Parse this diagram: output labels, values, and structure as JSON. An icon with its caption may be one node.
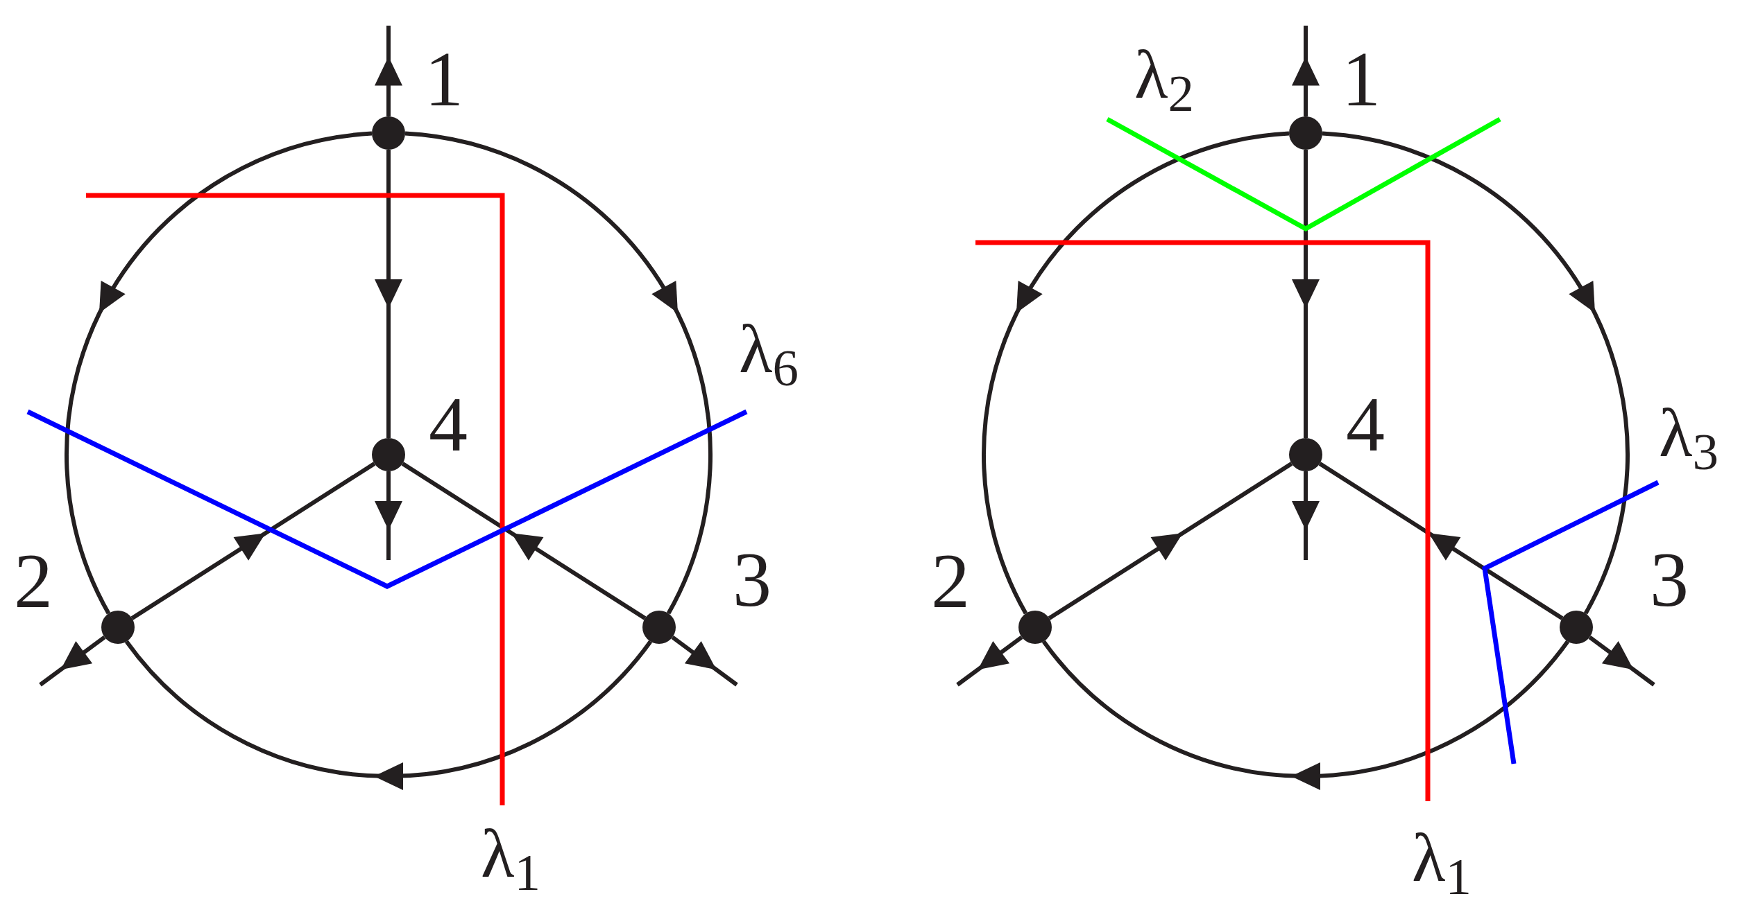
{
  "diagram": {
    "nodes": [
      {
        "text": [],
        "shape": "circle",
        "beside": [
          "1"
        ]
      },
      {
        "text": [],
        "shape": "circle",
        "beside": [
          "4"
        ]
      },
      {
        "text": [],
        "shape": "circle",
        "beside": [
          "2"
        ]
      },
      {
        "text": [],
        "shape": "circle",
        "beside": [
          "3"
        ]
      },
      {
        "text": [],
        "shape": "circle",
        "beside": [
          "1"
        ]
      },
      {
        "text": [],
        "shape": "circle",
        "beside": [
          "4"
        ]
      },
      {
        "text": [],
        "shape": "circle",
        "beside": [
          "2"
        ]
      },
      {
        "text": [],
        "shape": "circle",
        "beside": [
          "3"
        ]
      }
    ],
    "edges": [
      {
        "from": 0,
        "to": null,
        "arrow": "to"
      },
      {
        "from": 0,
        "to": 1,
        "arrow": "to"
      },
      {
        "from": 0,
        "to": 2,
        "arrow": "to"
      },
      {
        "from": 0,
        "to": 3,
        "arrow": "to"
      },
      {
        "from": 2,
        "to": 1,
        "arrow": "to"
      },
      {
        "from": 3,
        "to": 1,
        "arrow": "to"
      },
      {
        "from": 3,
        "to": 2,
        "arrow": "to"
      },
      {
        "from": 2,
        "to": null,
        "arrow": "to"
      },
      {
        "from": 3,
        "to": null,
        "arrow": "to"
      },
      {
        "from": 1,
        "to": null,
        "arrow": "to"
      },
      {
        "from": 4,
        "to": null,
        "arrow": "to"
      },
      {
        "from": 4,
        "to": 5,
        "arrow": "to"
      },
      {
        "from": 4,
        "to": 6,
        "arrow": "to"
      },
      {
        "from": 4,
        "to": 7,
        "arrow": "to"
      },
      {
        "from": 6,
        "to": 5,
        "arrow": "to"
      },
      {
        "from": 7,
        "to": 5,
        "arrow": "to"
      },
      {
        "from": 7,
        "to": 6,
        "arrow": "to"
      },
      {
        "from": 6,
        "to": null,
        "arrow": "to"
      },
      {
        "from": 7,
        "to": null,
        "arrow": "to"
      },
      {
        "from": 5,
        "to": null,
        "arrow": "to"
      }
    ],
    "labels": [
      "λ$_{6}$",
      "λ$_{1}$",
      "λ$_{2}$",
      "λ$_{3}$",
      "λ$_{1}$"
    ]
  }
}
